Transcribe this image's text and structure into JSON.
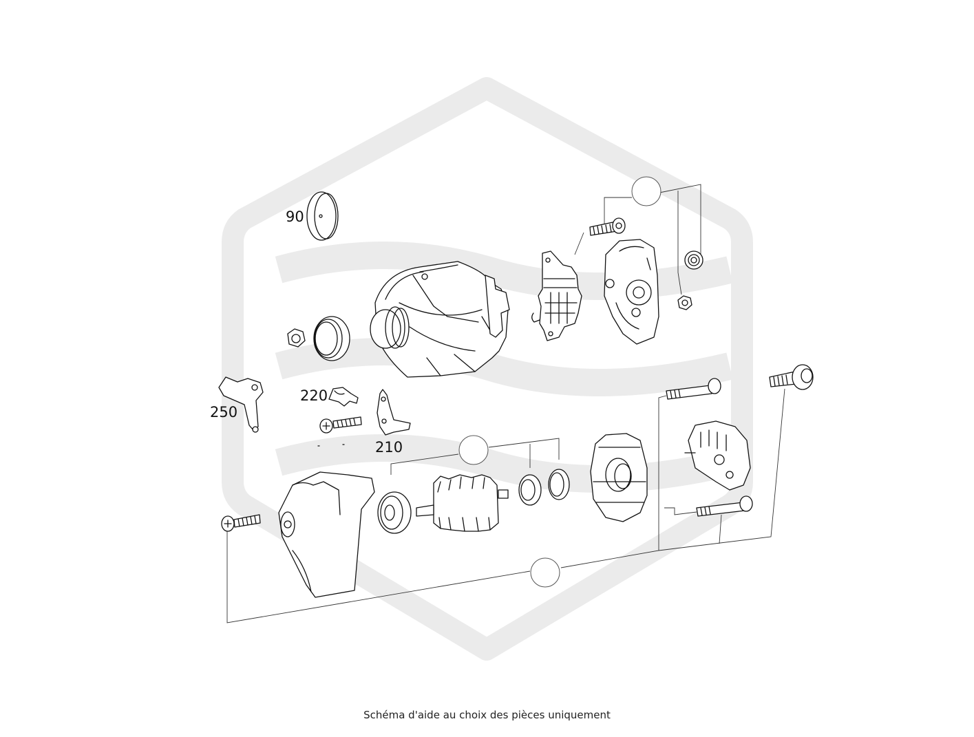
{
  "caption": "Schéma d'aide au choix des pièces uniquement",
  "part_labels": {
    "p90": "90",
    "p220": "220",
    "p250": "250",
    "p210": "210"
  },
  "colors": {
    "watermark": "#ebebeb",
    "line": "#111111"
  }
}
